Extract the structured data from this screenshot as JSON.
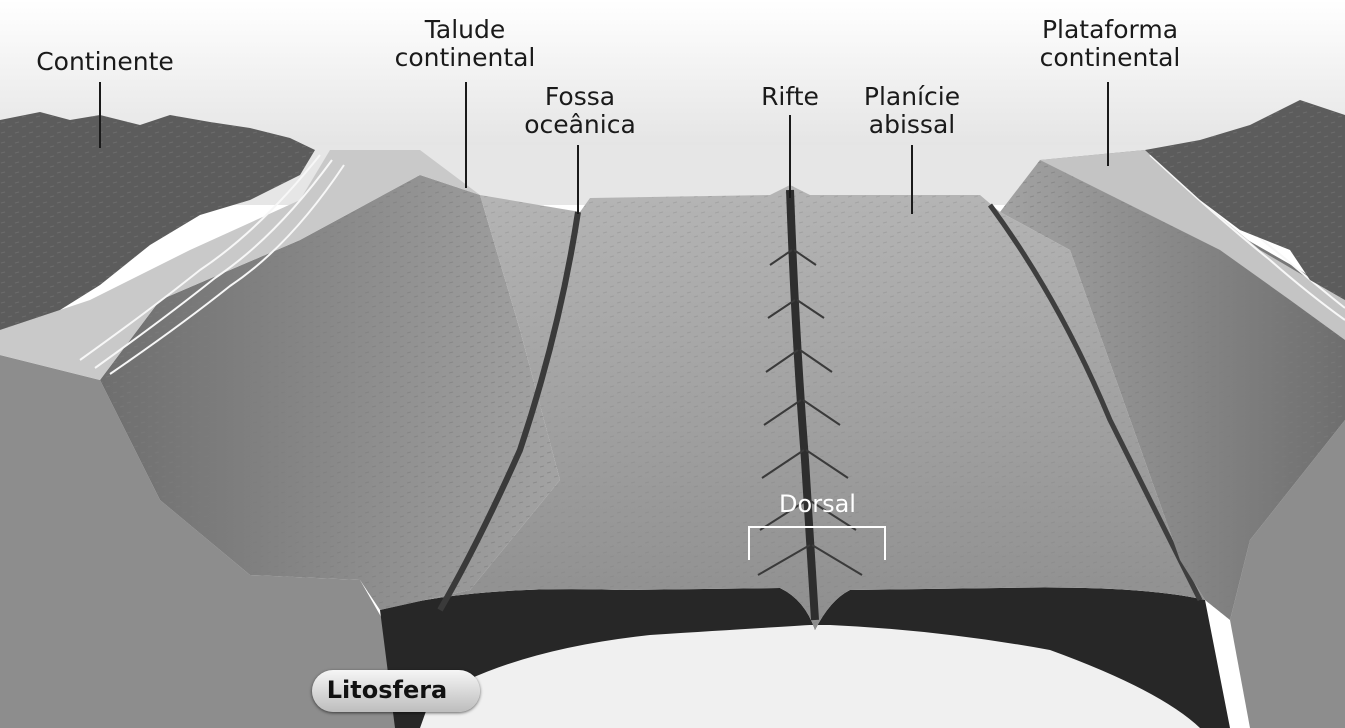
{
  "labels": {
    "continente": "Continente",
    "talude_1": "Talude",
    "talude_2": "continental",
    "fossa_1": "Fossa",
    "fossa_2": "oceânica",
    "rifte": "Rifte",
    "planicie_1": "Planície",
    "planicie_2": "abissal",
    "plataforma_1": "Plataforma",
    "plataforma_2": "continental",
    "dorsal": "Dorsal",
    "litosfera": "Litosfera"
  },
  "colors": {
    "sky": "#f2f2f2",
    "sea_floor": "#9a9a9a",
    "crust": "#555555",
    "lithosphere": "#262626",
    "mantle": "#efefef",
    "continent": "#5a5a5a"
  }
}
